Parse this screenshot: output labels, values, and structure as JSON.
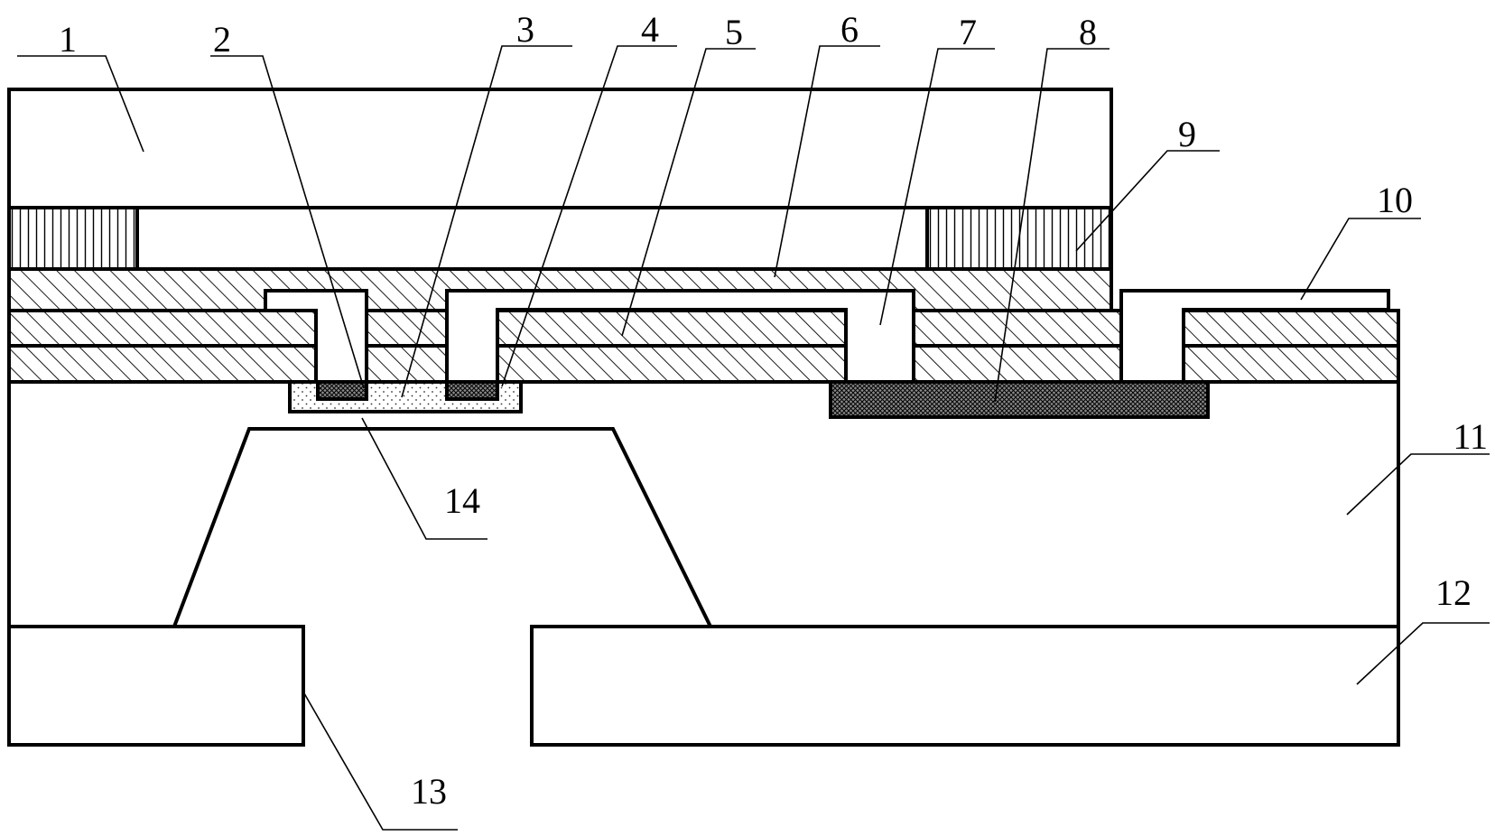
{
  "labels": [
    "1",
    "2",
    "3",
    "4",
    "5",
    "6",
    "7",
    "8",
    "9",
    "10",
    "11",
    "12",
    "13",
    "14"
  ],
  "colors": {
    "stroke": "#000000",
    "background": "#ffffff"
  }
}
